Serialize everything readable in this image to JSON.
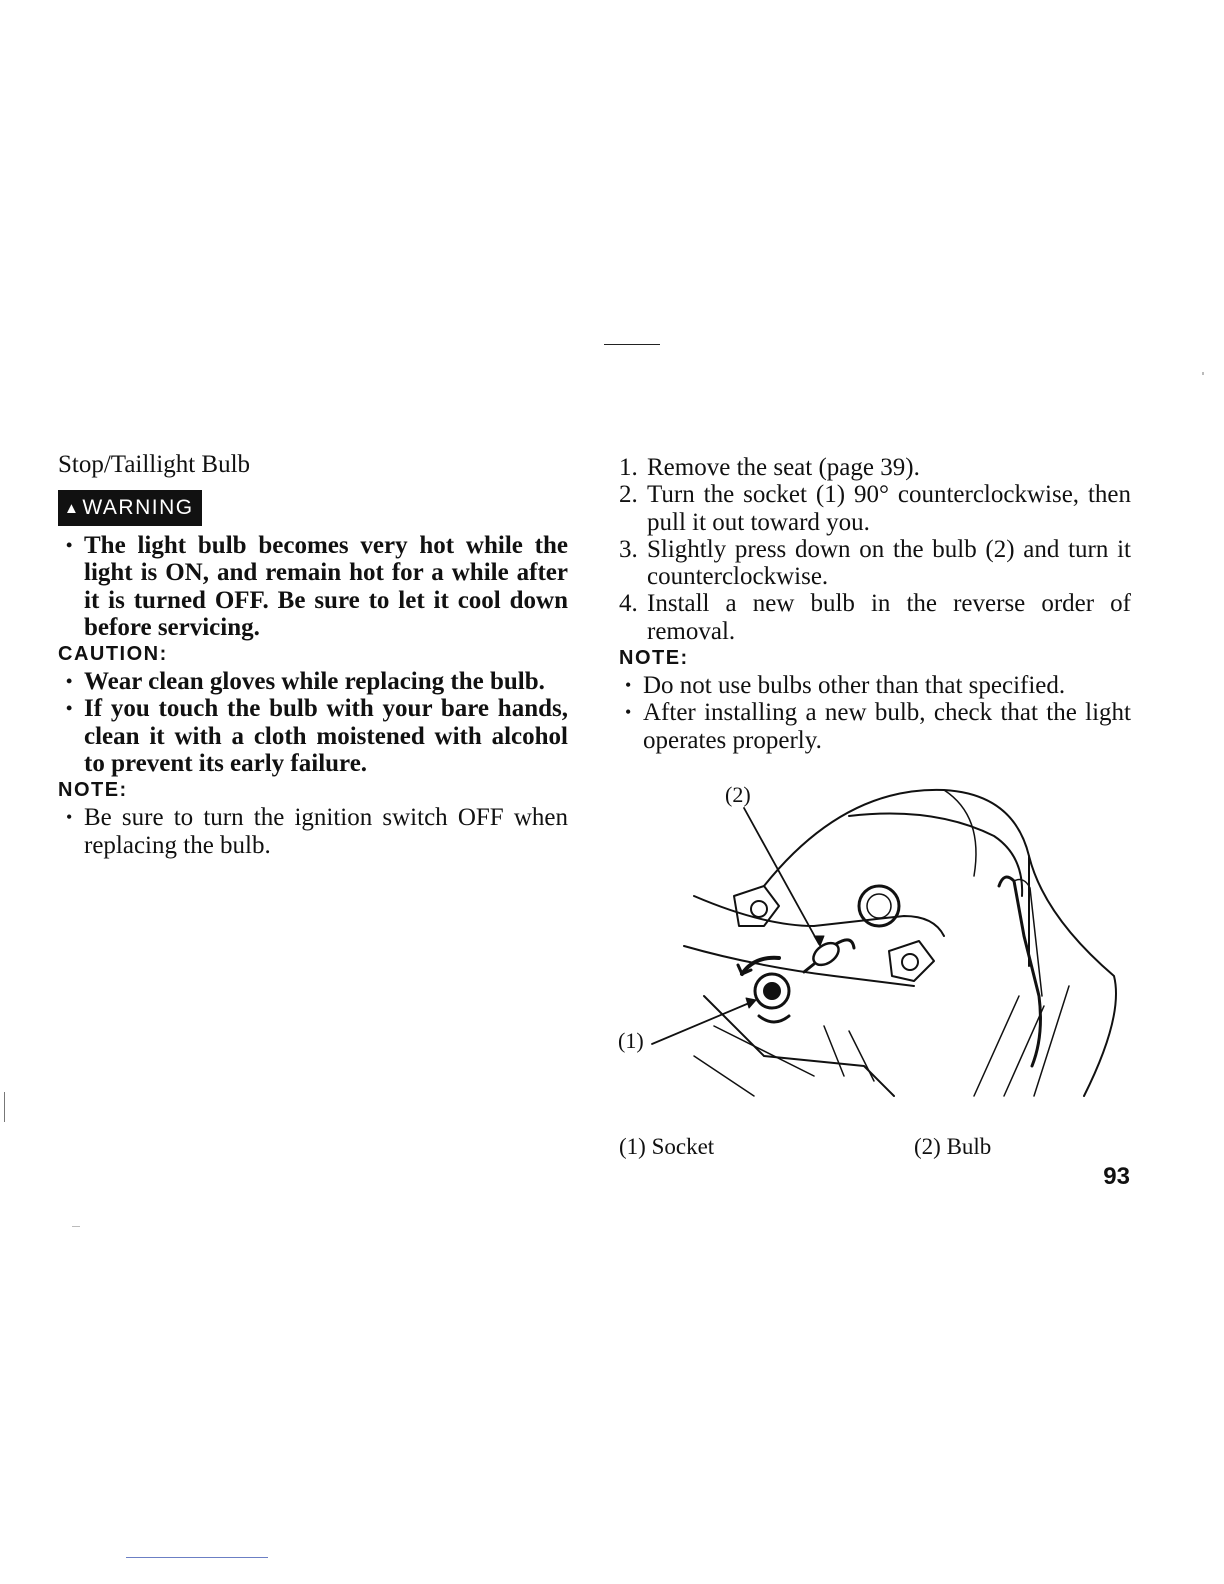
{
  "page": {
    "number": "93"
  },
  "left_column": {
    "title": "Stop/Taillight Bulb",
    "warning_label": "WARNING",
    "warning_items": [
      "The light bulb becomes very hot while the light is ON, and remain hot for a while after it is turned OFF. Be sure to let it cool down before servicing."
    ],
    "caution_label": "CAUTION:",
    "caution_items": [
      "Wear clean gloves while replacing the bulb.",
      "If you touch the bulb with your bare hands, clean it with a cloth moistened with alcohol to prevent its early failure."
    ],
    "note_label": "NOTE:",
    "note_items": [
      "Be sure to turn the ignition switch OFF when replacing the bulb."
    ]
  },
  "right_column": {
    "steps": [
      {
        "num": "1.",
        "text": "Remove the seat (page 39)."
      },
      {
        "num": "2.",
        "text": "Turn the socket (1) 90° counterclockwise, then pull it out toward you."
      },
      {
        "num": "3.",
        "text": "Slightly press down on the bulb (2) and turn it counterclockwise."
      },
      {
        "num": "4.",
        "text": "Install a new bulb in the reverse order of removal."
      }
    ],
    "note_label": "NOTE:",
    "note_items": [
      "Do not use bulbs other than that specified.",
      "After installing a new bulb, check that the light operates properly."
    ]
  },
  "figure": {
    "callout_1": "(1)",
    "callout_2": "(2)",
    "captions": [
      "(1) Socket",
      "(2) Bulb"
    ]
  }
}
